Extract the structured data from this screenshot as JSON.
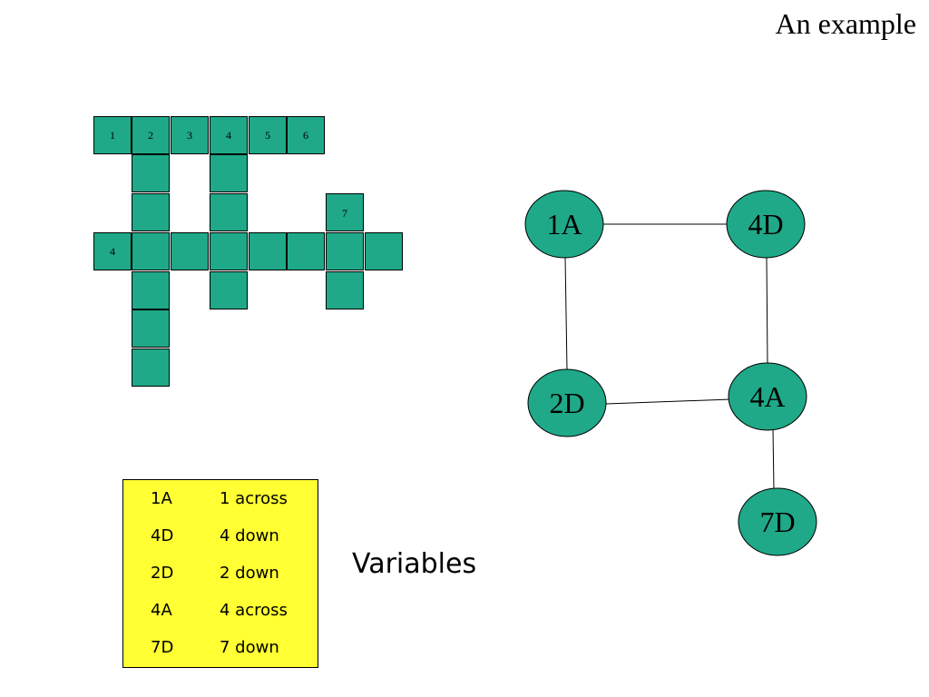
{
  "title": "An example",
  "crossword": {
    "cell_color": "#1fa988",
    "border_color": "#000000",
    "numbers": [
      "1",
      "2",
      "3",
      "4",
      "5",
      "6",
      "7",
      "4"
    ]
  },
  "graph": {
    "node_color": "#1fa988",
    "edge_color": "#000000",
    "nodes": [
      {
        "id": "1A",
        "label": "1A"
      },
      {
        "id": "4D",
        "label": "4D"
      },
      {
        "id": "2D",
        "label": "2D"
      },
      {
        "id": "4A",
        "label": "4A"
      },
      {
        "id": "7D",
        "label": "7D"
      }
    ],
    "edges": [
      {
        "from": "1A",
        "to": "4D"
      },
      {
        "from": "1A",
        "to": "2D"
      },
      {
        "from": "4D",
        "to": "4A"
      },
      {
        "from": "2D",
        "to": "4A"
      },
      {
        "from": "4A",
        "to": "7D"
      }
    ]
  },
  "legend": {
    "background": "#ffff33",
    "rows": [
      {
        "key": "1A",
        "desc": "1 across"
      },
      {
        "key": "4D",
        "desc": "4 down"
      },
      {
        "key": "2D",
        "desc": "2 down"
      },
      {
        "key": "4A",
        "desc": "4 across"
      },
      {
        "key": "7D",
        "desc": "7 down"
      }
    ]
  },
  "variables_label": "Variables"
}
